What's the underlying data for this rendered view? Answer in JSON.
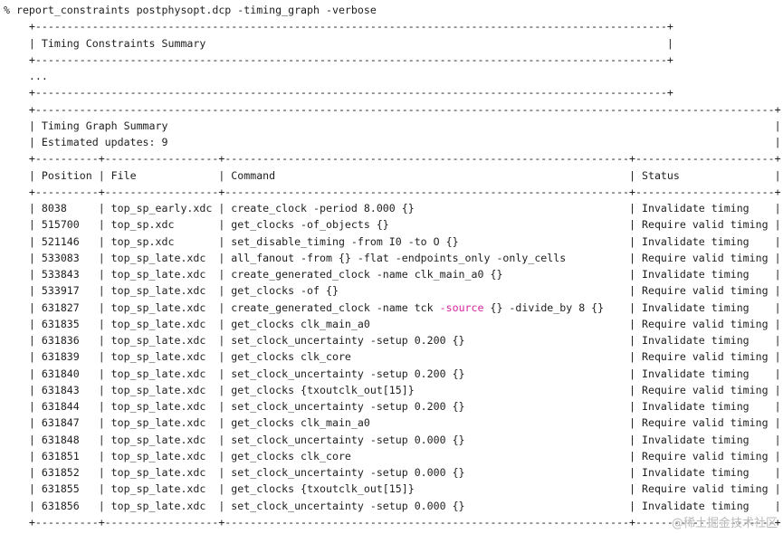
{
  "command": "% report_constraints postphysopt.dcp -timing_graph -verbose",
  "constraints_summary": {
    "title": "Timing Constraints Summary",
    "ellipsis": "..."
  },
  "graph_summary": {
    "title": "Timing Graph Summary",
    "updates_label": "Estimated updates: 9"
  },
  "table": {
    "headers": [
      "Position",
      "File",
      "Command",
      "Status"
    ],
    "rows": [
      {
        "position": "8038",
        "file": "top_sp_early.xdc",
        "command": "create_clock -period 8.000 {}",
        "status": "Invalidate timing"
      },
      {
        "position": "515700",
        "file": "top_sp.xdc",
        "command": "get_clocks -of_objects {}",
        "status": "Require valid timing"
      },
      {
        "position": "521146",
        "file": "top_sp.xdc",
        "command": "set_disable_timing -from I0 -to O {}",
        "status": "Invalidate timing"
      },
      {
        "position": "533083",
        "file": "top_sp_late.xdc",
        "command": "all_fanout -from {} -flat -endpoints_only -only_cells",
        "status": "Require valid timing"
      },
      {
        "position": "533843",
        "file": "top_sp_late.xdc",
        "command": "create_generated_clock -name clk_main_a0 {}",
        "status": "Invalidate timing"
      },
      {
        "position": "533917",
        "file": "top_sp_late.xdc",
        "command": "get_clocks -of {}",
        "status": "Require valid timing"
      },
      {
        "position": "631827",
        "file": "top_sp_late.xdc",
        "command": "create_generated_clock -name tck -source {} -divide_by 8 {}",
        "status": "Invalidate timing",
        "highlight": "-source"
      },
      {
        "position": "631835",
        "file": "top_sp_late.xdc",
        "command": "get_clocks clk_main_a0",
        "status": "Require valid timing"
      },
      {
        "position": "631836",
        "file": "top_sp_late.xdc",
        "command": "set_clock_uncertainty -setup 0.200 {}",
        "status": "Invalidate timing"
      },
      {
        "position": "631839",
        "file": "top_sp_late.xdc",
        "command": "get_clocks clk_core",
        "status": "Require valid timing"
      },
      {
        "position": "631840",
        "file": "top_sp_late.xdc",
        "command": "set_clock_uncertainty -setup 0.200 {}",
        "status": "Invalidate timing"
      },
      {
        "position": "631843",
        "file": "top_sp_late.xdc",
        "command": "get_clocks {txoutclk_out[15]}",
        "status": "Require valid timing"
      },
      {
        "position": "631844",
        "file": "top_sp_late.xdc",
        "command": "set_clock_uncertainty -setup 0.200 {}",
        "status": "Invalidate timing"
      },
      {
        "position": "631847",
        "file": "top_sp_late.xdc",
        "command": "get_clocks clk_main_a0",
        "status": "Require valid timing"
      },
      {
        "position": "631848",
        "file": "top_sp_late.xdc",
        "command": "set_clock_uncertainty -setup 0.000 {}",
        "status": "Invalidate timing"
      },
      {
        "position": "631851",
        "file": "top_sp_late.xdc",
        "command": "get_clocks clk_core",
        "status": "Require valid timing"
      },
      {
        "position": "631852",
        "file": "top_sp_late.xdc",
        "command": "set_clock_uncertainty -setup 0.000 {}",
        "status": "Invalidate timing"
      },
      {
        "position": "631855",
        "file": "top_sp_late.xdc",
        "command": "get_clocks {txoutclk_out[15]}",
        "status": "Require valid timing"
      },
      {
        "position": "631856",
        "file": "top_sp_late.xdc",
        "command": "set_clock_uncertainty -setup 0.000 {}",
        "status": "Invalidate timing"
      }
    ]
  },
  "colors": {
    "text": "#1e1e1e",
    "keyword": "#d6249f",
    "watermark": "#b9b9b9"
  },
  "watermark": "@稀土掘金技术社区"
}
